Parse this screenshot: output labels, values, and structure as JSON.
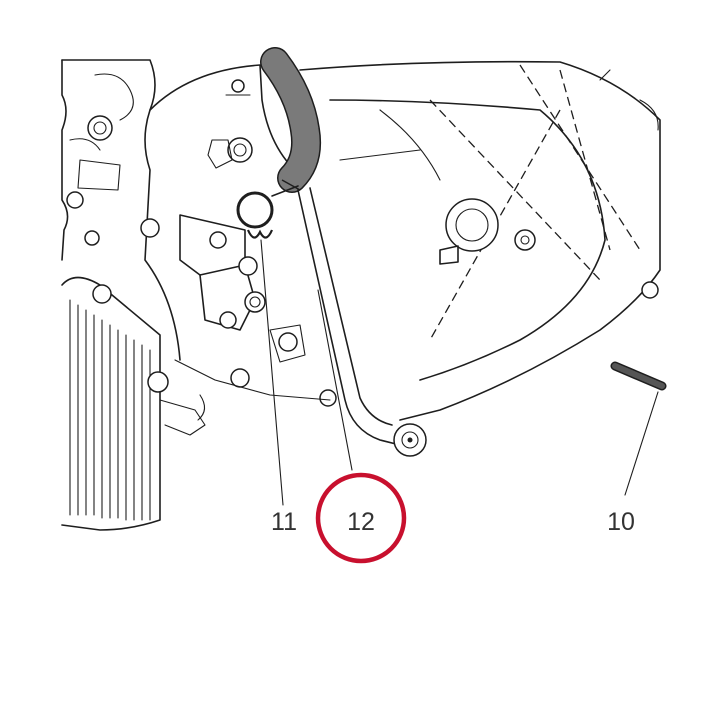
{
  "callouts": [
    {
      "id": "11",
      "label": "11",
      "part": "clip"
    },
    {
      "id": "12",
      "label": "12",
      "part": "oil-line"
    },
    {
      "id": "10",
      "label": "10",
      "part": "rod"
    }
  ],
  "highlighted_callout": "12",
  "colors": {
    "line": "#1e1e1e",
    "label": "#333333",
    "highlight": "#c8102e",
    "hose": "#7a7a7a",
    "rod": "#555555",
    "background": "#ffffff"
  }
}
